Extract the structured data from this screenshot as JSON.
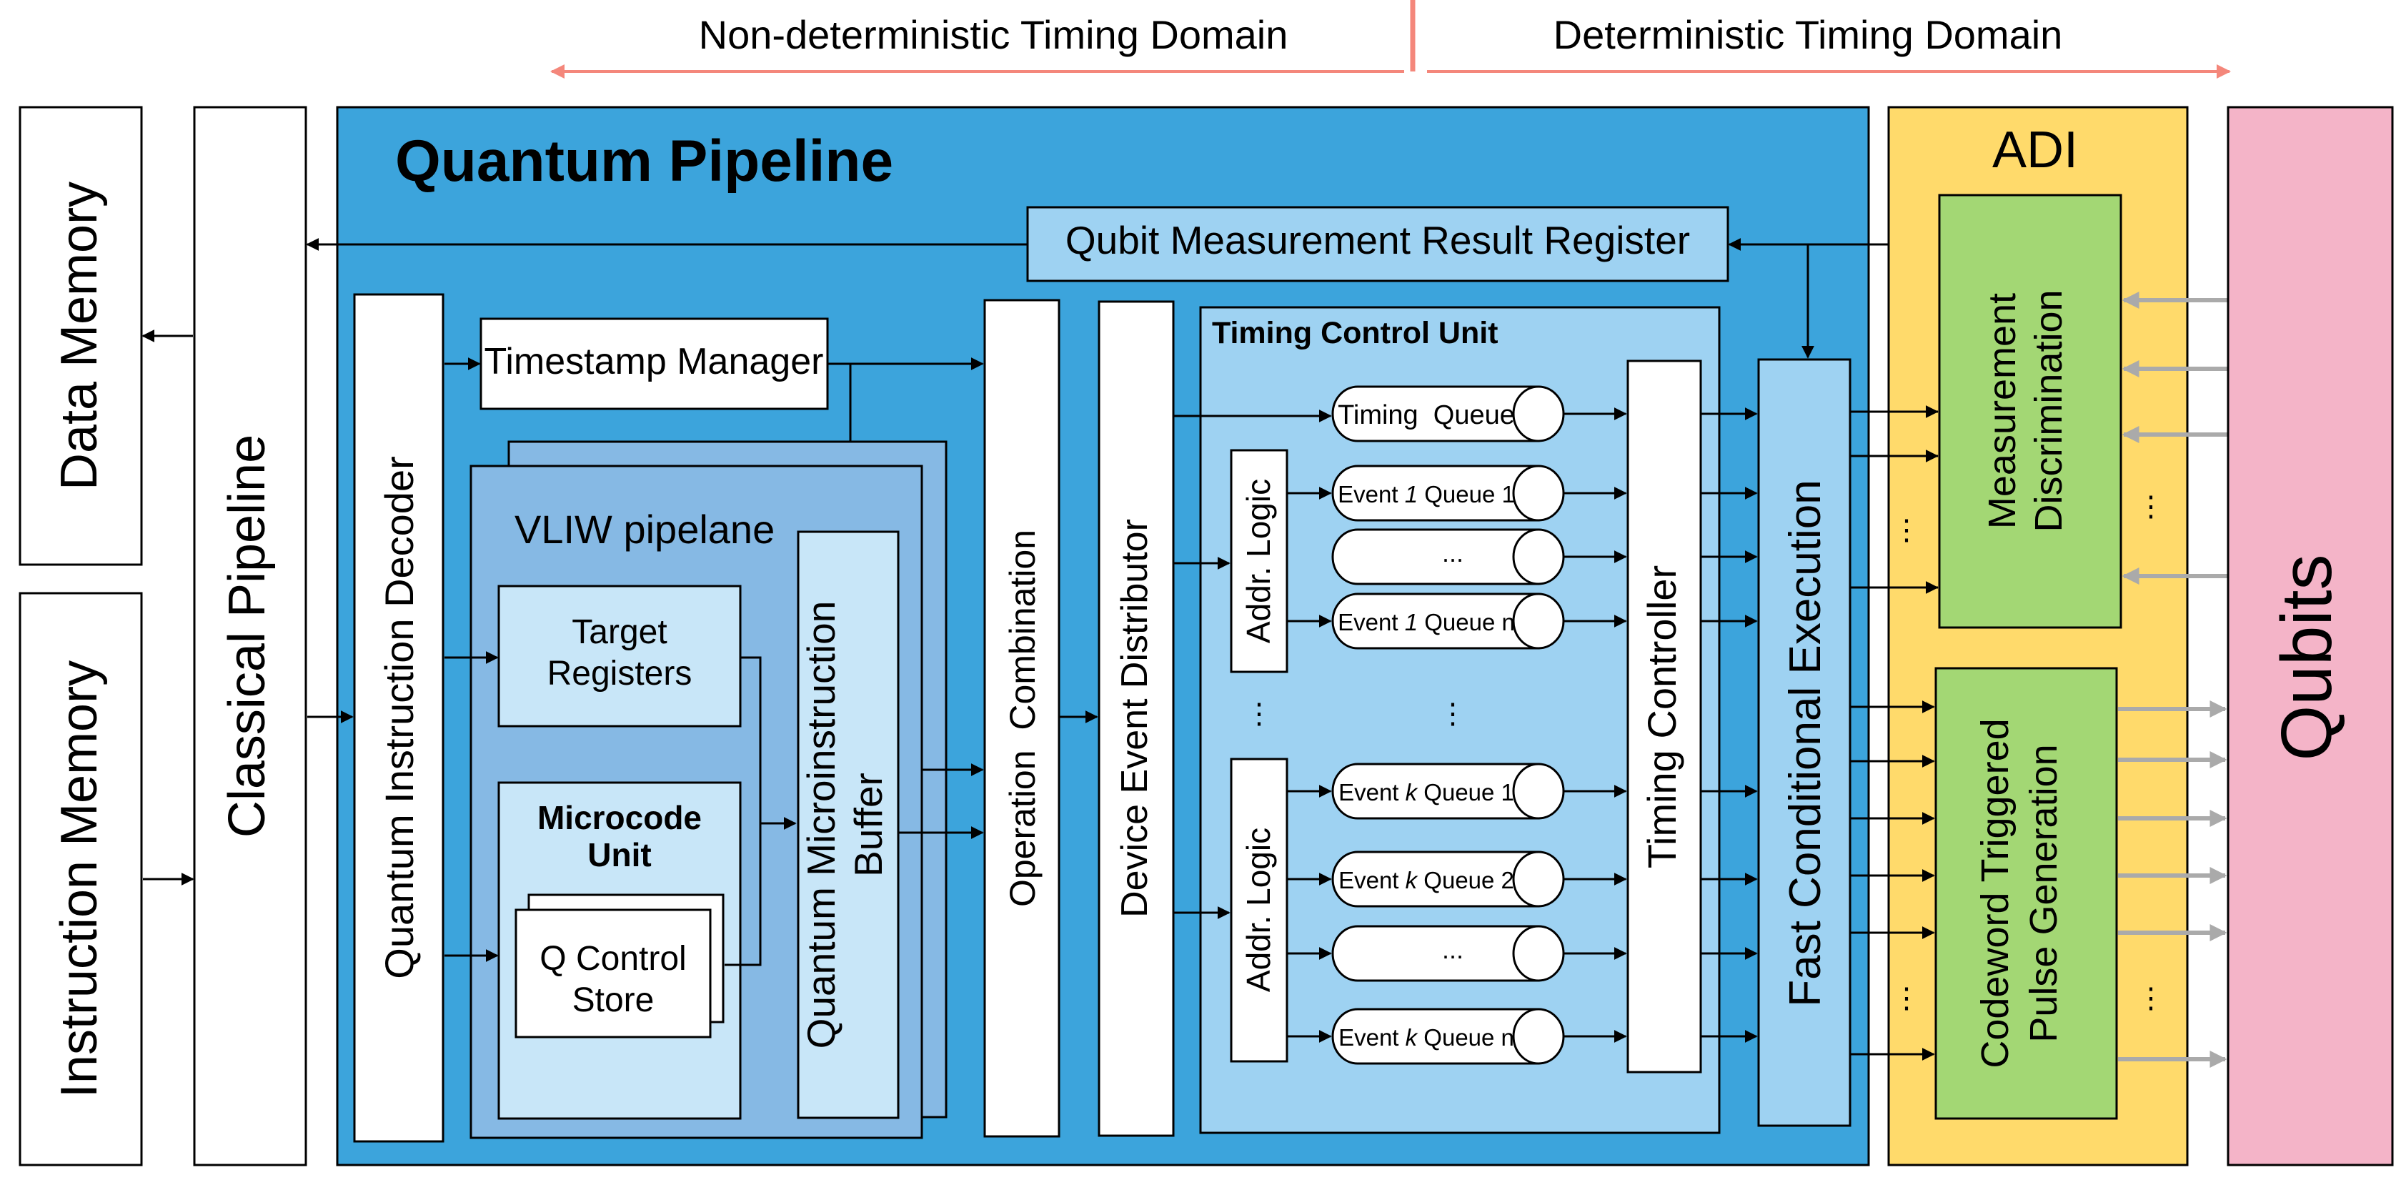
{
  "domains": {
    "nondeterministic": "Non-deterministic Timing Domain",
    "deterministic": "Deterministic Timing Domain"
  },
  "memory": {
    "data": "Data Memory",
    "instruction": "Instruction Memory"
  },
  "classical_pipeline": "Classical Pipeline",
  "quantum_pipeline": {
    "title": "Quantum Pipeline",
    "measurement_register": "Qubit Measurement Result Register",
    "decoder": "Quantum Instruction Decoder",
    "timestamp_manager": "Timestamp Manager",
    "vliw": {
      "label": "VLIW pipelane",
      "target_registers": [
        "Target",
        "Registers"
      ],
      "microcode_title": [
        "Microcode",
        "Unit"
      ],
      "control_store": [
        "Q Control",
        "Store"
      ],
      "buffer": [
        "Quantum Microinstruction",
        "Buffer"
      ]
    },
    "operation_combination": "Operation  Combination",
    "device_event_distributor": "Device Event Distributor",
    "tcu": {
      "title": "Timing Control Unit",
      "timing_queue": "Timing  Queue",
      "addr_logic": "Addr. Logic",
      "event1_queue1": {
        "prefix": "Event ",
        "idx": "1",
        "suffix": " Queue 1"
      },
      "event1_queuen": {
        "prefix": "Event ",
        "idx": "1",
        "suffix": " Queue n"
      },
      "eventk_queue1": {
        "prefix": "Event ",
        "idx": "k",
        "suffix": " Queue 1"
      },
      "eventk_queue2": {
        "prefix": "Event ",
        "idx": "k",
        "suffix": " Queue 2"
      },
      "eventk_queuen": {
        "prefix": "Event ",
        "idx": "k",
        "suffix": " Queue n"
      },
      "ellipsis": "...",
      "vdots": "⋮",
      "timing_controller": "Timing Controller"
    },
    "fast_conditional_execution": "Fast Conditional Execution"
  },
  "adi": {
    "title": "ADI",
    "measurement_discrimination": [
      "Measurement",
      "Discrimination"
    ],
    "pulse_generation": [
      "Codeword Triggered",
      "Pulse Generation"
    ]
  },
  "qubits": "Qubits",
  "colors": {
    "domain_arrow": "#f4877b",
    "quantum_pipeline_bg": "#3ca4dc",
    "light_blue": "#9ed2f2",
    "vliw_bg": "#86b9e4",
    "pale_blue": "#c8e6f8",
    "adi_bg": "#ffda6b",
    "green": "#a3d774",
    "qubits_bg": "#f4b4c8",
    "grey_arrow": "#aaaaaa"
  }
}
